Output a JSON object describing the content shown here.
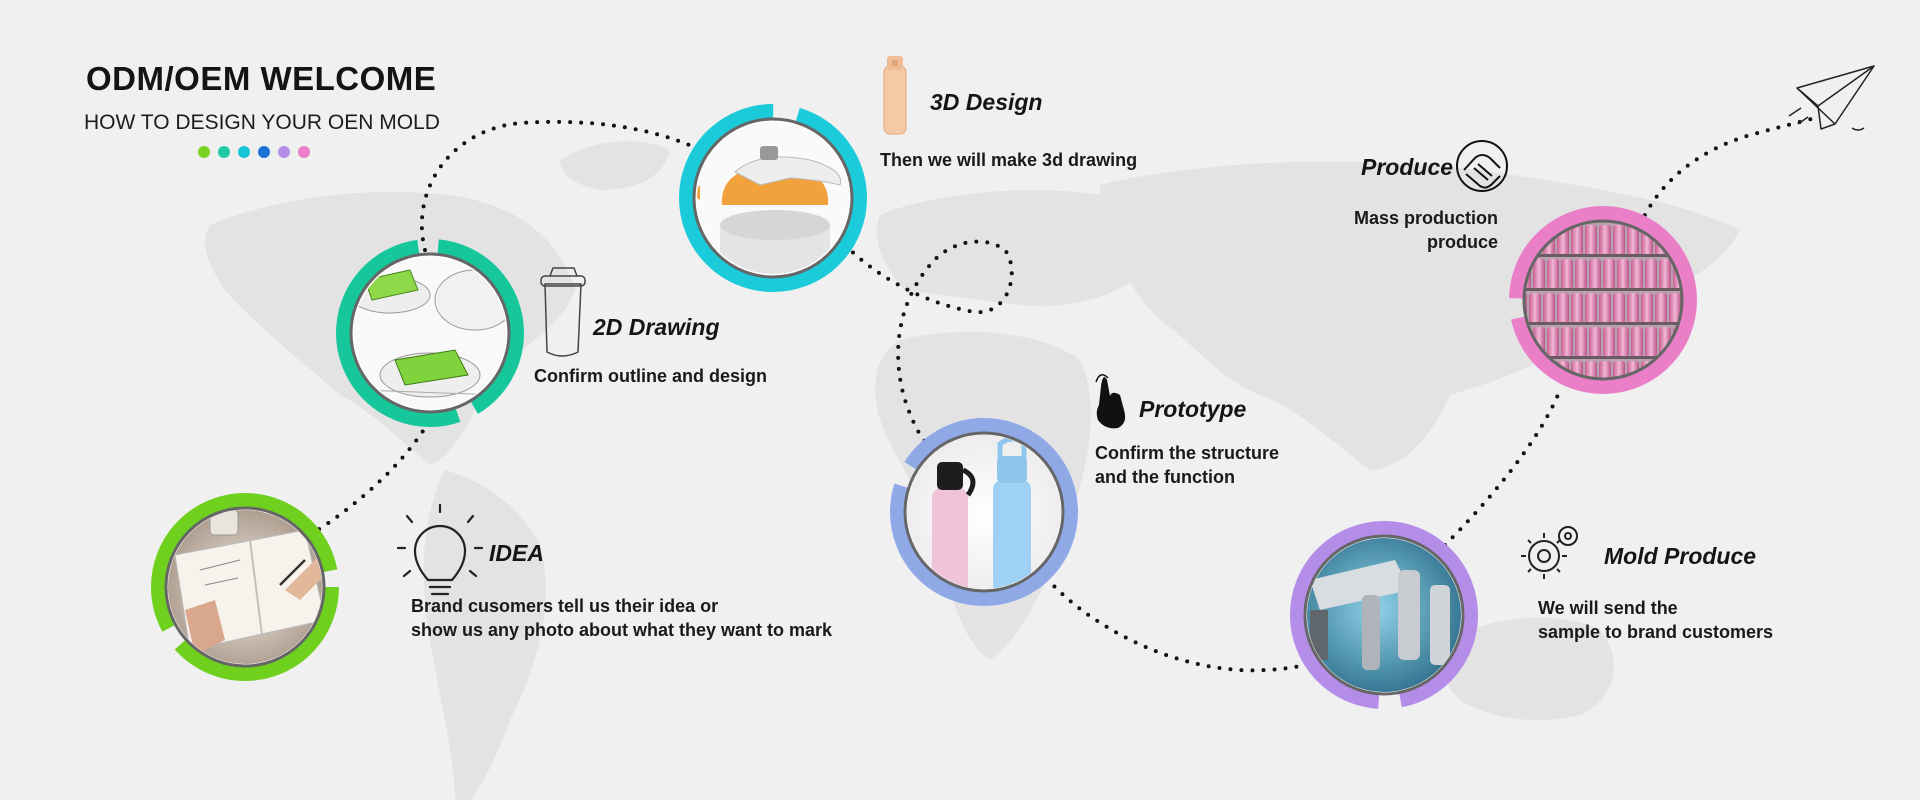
{
  "header": {
    "title": "ODM/OEM WELCOME",
    "subtitle": "HOW TO DESIGN YOUR OEN MOLD",
    "dot_colors": [
      "#7bd321",
      "#1fc9a4",
      "#17c3d6",
      "#1e73d6",
      "#b48de8",
      "#ea7fc8"
    ]
  },
  "steps": {
    "idea": {
      "title": "IDEA",
      "desc_line1": "Brand cusomers tell us their idea or",
      "desc_line2": "show us any photo about what they want to mark",
      "icon": "lightbulb-icon",
      "accent": "#6fd01e"
    },
    "drawing": {
      "title": "2D Drawing",
      "desc_line1": "Confirm outline and design",
      "icon": "cup-icon",
      "accent": "#17c79c"
    },
    "design3d": {
      "title": "3D Design",
      "desc_line1": "Then we will make 3d drawing",
      "icon": "bottle-icon",
      "accent": "#1bcbd9"
    },
    "prototype": {
      "title": "Prototype",
      "desc_line1": "Confirm the structure",
      "desc_line2": "and the function",
      "icon": "hand-pointer-icon",
      "accent": "#8fa8e6"
    },
    "mold": {
      "title": "Mold Produce",
      "desc_line1": "We will send the",
      "desc_line2": "sample to brand customers",
      "icon": "gears-icon",
      "accent": "#b48de8"
    },
    "produce": {
      "title": "Produce",
      "desc_line1": "Mass production",
      "desc_line2": "produce",
      "icon": "handshake-icon",
      "accent": "#ea7fc8"
    }
  }
}
